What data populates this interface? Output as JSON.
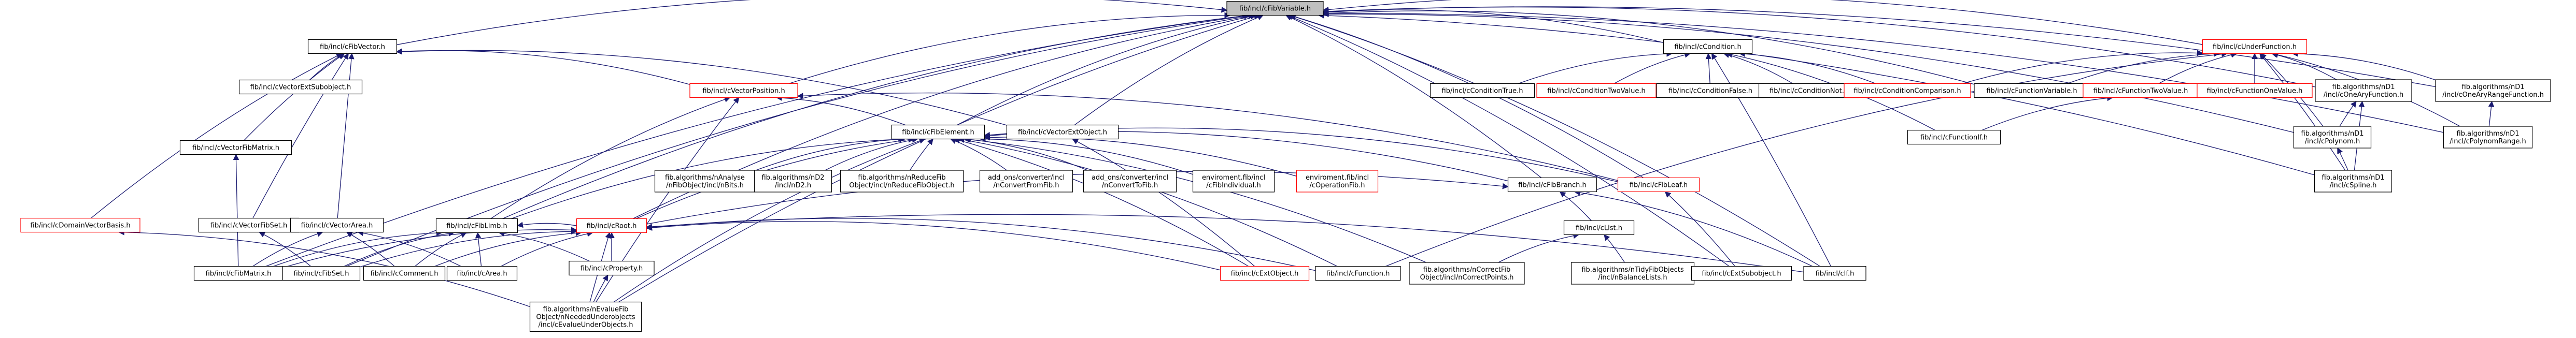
{
  "graph": {
    "title": "fib/incl/cFibVariable.h include dependency graph",
    "edge_color": "#191970",
    "truncated_border_color": "#ff0000",
    "root_fill": "#bfbfbf",
    "nodes": [
      {
        "id": "cFibVariable",
        "lines": [
          "fib/incl/cFibVariable.h"
        ],
        "root": true
      },
      {
        "id": "cFibVector",
        "lines": [
          "fib/incl/cFibVector.h"
        ]
      },
      {
        "id": "cVectorExtSubobject",
        "lines": [
          "fib/incl/cVectorExtSubobject.h"
        ]
      },
      {
        "id": "cVectorFibMatrix",
        "lines": [
          "fib/incl/cVectorFibMatrix.h"
        ]
      },
      {
        "id": "cDomainVectorBasis",
        "lines": [
          "fib/incl/cDomainVectorBasis.h"
        ],
        "truncated": true
      },
      {
        "id": "cVectorFibSet",
        "lines": [
          "fib/incl/cVectorFibSet.h"
        ]
      },
      {
        "id": "cVectorArea",
        "lines": [
          "fib/incl/cVectorArea.h"
        ]
      },
      {
        "id": "cFibMatrix",
        "lines": [
          "fib/incl/cFibMatrix.h"
        ]
      },
      {
        "id": "cFibSet",
        "lines": [
          "fib/incl/cFibSet.h"
        ]
      },
      {
        "id": "cComment",
        "lines": [
          "fib/incl/cComment.h"
        ]
      },
      {
        "id": "cVectorPosition",
        "lines": [
          "fib/incl/cVectorPosition.h"
        ],
        "truncated": true
      },
      {
        "id": "cFibLimb",
        "lines": [
          "fib/incl/cFibLimb.h"
        ]
      },
      {
        "id": "cArea",
        "lines": [
          "fib/incl/cArea.h"
        ]
      },
      {
        "id": "cRoot",
        "lines": [
          "fib/incl/cRoot.h"
        ],
        "truncated": true
      },
      {
        "id": "cProperty",
        "lines": [
          "fib/incl/cProperty.h"
        ]
      },
      {
        "id": "cEvalueUnderObjects",
        "lines": [
          "fib.algorithms/nEvalueFib",
          "Object/nNeededUnderobjects",
          "/incl/cEvalueUnderObjects.h"
        ]
      },
      {
        "id": "cFibElement",
        "lines": [
          "fib/incl/cFibElement.h"
        ]
      },
      {
        "id": "cVectorExtObject",
        "lines": [
          "fib/incl/cVectorExtObject.h"
        ]
      },
      {
        "id": "nBits",
        "lines": [
          "fib.algorithms/nAnalyse",
          "/nFibObject/incl/nBits.h"
        ]
      },
      {
        "id": "nD2",
        "lines": [
          "fib.algorithms/nD2",
          "/incl/nD2.h"
        ]
      },
      {
        "id": "nReduceFibObject",
        "lines": [
          "fib.algorithms/nReduceFib",
          "Object/incl/nReduceFibObject.h"
        ]
      },
      {
        "id": "nConvertFromFib",
        "lines": [
          "add_ons/converter/incl",
          "/nConvertFromFib.h"
        ]
      },
      {
        "id": "nConvertToFib",
        "lines": [
          "add_ons/converter/incl",
          "/nConvertToFib.h"
        ]
      },
      {
        "id": "cFibIndividual",
        "lines": [
          "enviroment.fib/incl",
          "/cFibIndividual.h"
        ]
      },
      {
        "id": "cOperationFib",
        "lines": [
          "enviroment.fib/incl",
          "/cOperationFib.h"
        ],
        "truncated": true
      },
      {
        "id": "cExtObject",
        "lines": [
          "fib/incl/cExtObject.h"
        ],
        "truncated": true
      },
      {
        "id": "cFunction",
        "lines": [
          "fib/incl/cFunction.h"
        ]
      },
      {
        "id": "nCorrectPoints",
        "lines": [
          "fib.algorithms/nCorrectFib",
          "Object/incl/nCorrectPoints.h"
        ]
      },
      {
        "id": "cFibBranch",
        "lines": [
          "fib/incl/cFibBranch.h"
        ]
      },
      {
        "id": "cFibLeaf",
        "lines": [
          "fib/incl/cFibLeaf.h"
        ],
        "truncated": true
      },
      {
        "id": "cList",
        "lines": [
          "fib/incl/cList.h"
        ]
      },
      {
        "id": "nBalanceLists",
        "lines": [
          "fib.algorithms/nTidyFibObjects",
          "/incl/nBalanceLists.h"
        ]
      },
      {
        "id": "cExtSubobject",
        "lines": [
          "fib/incl/cExtSubobject.h"
        ]
      },
      {
        "id": "cIf",
        "lines": [
          "fib/incl/cIf.h"
        ]
      },
      {
        "id": "cCondition",
        "lines": [
          "fib/incl/cCondition.h"
        ]
      },
      {
        "id": "cConditionTrue",
        "lines": [
          "fib/incl/cConditionTrue.h"
        ]
      },
      {
        "id": "cConditionTwoValue",
        "lines": [
          "fib/incl/cConditionTwoValue.h"
        ],
        "truncated": true
      },
      {
        "id": "cConditionFalse",
        "lines": [
          "fib/incl/cConditionFalse.h"
        ]
      },
      {
        "id": "cConditionNot",
        "lines": [
          "fib/incl/cConditionNot.h"
        ]
      },
      {
        "id": "cConditionComparison",
        "lines": [
          "fib/incl/cConditionComparison.h"
        ],
        "truncated": true
      },
      {
        "id": "cFunctionVariable",
        "lines": [
          "fib/incl/cFunctionVariable.h"
        ]
      },
      {
        "id": "cFunctionTwoValue",
        "lines": [
          "fib/incl/cFunctionTwoValue.h"
        ],
        "truncated": true
      },
      {
        "id": "cFunctionIf",
        "lines": [
          "fib/incl/cFunctionIf.h"
        ]
      },
      {
        "id": "cUnderFunction",
        "lines": [
          "fib/incl/cUnderFunction.h"
        ],
        "truncated": true
      },
      {
        "id": "cFunctionOneValue",
        "lines": [
          "fib/incl/cFunctionOneValue.h"
        ],
        "truncated": true
      },
      {
        "id": "cOneAryFunction",
        "lines": [
          "fib.algorithms/nD1",
          "/incl/cOneAryFunction.h"
        ]
      },
      {
        "id": "cOneAryRangeFunction",
        "lines": [
          "fib.algorithms/nD1",
          "/incl/cOneAryRangeFunction.h"
        ]
      },
      {
        "id": "cPolynom",
        "lines": [
          "fib.algorithms/nD1",
          "/incl/cPolynom.h"
        ]
      },
      {
        "id": "cPolynomRange",
        "lines": [
          "fib.algorithms/nD1",
          "/incl/cPolynomRange.h"
        ]
      },
      {
        "id": "cSpline",
        "lines": [
          "fib.algorithms/nD1",
          "/incl/cSpline.h"
        ]
      }
    ],
    "edges": [
      [
        "cFibVector",
        "cFibVariable"
      ],
      [
        "cVectorPosition",
        "cFibVariable"
      ],
      [
        "cFibElement",
        "cFibVariable"
      ],
      [
        "cCondition",
        "cFibVariable"
      ],
      [
        "cUnderFunction",
        "cFibVariable"
      ],
      [
        "cFibMatrix",
        "cFibVariable"
      ],
      [
        "cFibSet",
        "cFibVariable"
      ],
      [
        "cFibLimb",
        "cFibVariable"
      ],
      [
        "cRoot",
        "cFibVariable"
      ],
      [
        "cFibBranch",
        "cFibVariable"
      ],
      [
        "cFibLeaf",
        "cFibVariable"
      ],
      [
        "cExtSubobject",
        "cFibVariable"
      ],
      [
        "cIf",
        "cFibVariable"
      ],
      [
        "cFunctionVariable",
        "cFibVariable"
      ],
      [
        "cOneAryFunction",
        "cFibVariable"
      ],
      [
        "cOneAryRangeFunction",
        "cFibVariable"
      ],
      [
        "cPolynom",
        "cFibVariable"
      ],
      [
        "cSpline",
        "cFibVariable"
      ],
      [
        "cPolynomRange",
        "cFibVariable"
      ],
      [
        "cVectorExtObject",
        "cFibVariable"
      ],
      [
        "cEvalueUnderObjects",
        "cFibVariable"
      ],
      [
        "cVectorExtSubobject",
        "cFibVector"
      ],
      [
        "cVectorFibMatrix",
        "cFibVector"
      ],
      [
        "cDomainVectorBasis",
        "cFibVector"
      ],
      [
        "cVectorFibSet",
        "cFibVector"
      ],
      [
        "cVectorArea",
        "cFibVector"
      ],
      [
        "cVectorPosition",
        "cFibVector"
      ],
      [
        "cVectorExtObject",
        "cFibVector"
      ],
      [
        "cFibMatrix",
        "cVectorFibMatrix"
      ],
      [
        "cFibSet",
        "cVectorFibSet"
      ],
      [
        "cFibMatrix",
        "cVectorArea"
      ],
      [
        "cComment",
        "cVectorArea"
      ],
      [
        "cArea",
        "cVectorArea"
      ],
      [
        "cEvalueUnderObjects",
        "cDomainVectorBasis"
      ],
      [
        "cFibLimb",
        "cVectorPosition"
      ],
      [
        "cEvalueUnderObjects",
        "cVectorPosition"
      ],
      [
        "cFibElement",
        "cVectorPosition"
      ],
      [
        "cFibLeaf",
        "cVectorPosition"
      ],
      [
        "cFibLimb",
        "cFibElement"
      ],
      [
        "cRoot",
        "cFibElement"
      ],
      [
        "nBits",
        "cFibElement"
      ],
      [
        "nD2",
        "cFibElement"
      ],
      [
        "nReduceFibObject",
        "cFibElement"
      ],
      [
        "nConvertFromFib",
        "cFibElement"
      ],
      [
        "nConvertToFib",
        "cFibElement"
      ],
      [
        "cFibIndividual",
        "cFibElement"
      ],
      [
        "cOperationFib",
        "cFibElement"
      ],
      [
        "cFibBranch",
        "cFibElement"
      ],
      [
        "cFibLeaf",
        "cFibElement"
      ],
      [
        "cExtObject",
        "cFibElement"
      ],
      [
        "cFunction",
        "cFibElement"
      ],
      [
        "nCorrectPoints",
        "cFibElement"
      ],
      [
        "cEvalueUnderObjects",
        "cFibElement"
      ],
      [
        "cFibMatrix",
        "cFibLimb"
      ],
      [
        "cFibSet",
        "cFibLimb"
      ],
      [
        "cComment",
        "cFibLimb"
      ],
      [
        "cArea",
        "cFibLimb"
      ],
      [
        "cProperty",
        "cFibLimb"
      ],
      [
        "cRoot",
        "cFibLimb"
      ],
      [
        "cFibMatrix",
        "cRoot"
      ],
      [
        "cFibSet",
        "cRoot"
      ],
      [
        "cComment",
        "cRoot"
      ],
      [
        "cArea",
        "cRoot"
      ],
      [
        "cProperty",
        "cRoot"
      ],
      [
        "cExtObject",
        "cRoot"
      ],
      [
        "cFunction",
        "cRoot"
      ],
      [
        "cIf",
        "cRoot"
      ],
      [
        "cEvalueUnderObjects",
        "cRoot"
      ],
      [
        "cEvalueUnderObjects",
        "cProperty"
      ],
      [
        "cRoot",
        "cFibBranch"
      ],
      [
        "cList",
        "cFibBranch"
      ],
      [
        "cIf",
        "cFibBranch"
      ],
      [
        "cExtSubobject",
        "cFibLeaf"
      ],
      [
        "nCorrectPoints",
        "cList"
      ],
      [
        "nBalanceLists",
        "cList"
      ],
      [
        "cExtObject",
        "cVectorExtObject"
      ],
      [
        "cConditionTrue",
        "cCondition"
      ],
      [
        "cConditionTwoValue",
        "cCondition"
      ],
      [
        "cConditionFalse",
        "cCondition"
      ],
      [
        "cConditionNot",
        "cCondition"
      ],
      [
        "cConditionComparison",
        "cCondition"
      ],
      [
        "cIf",
        "cCondition"
      ],
      [
        "cFunctionIf",
        "cCondition"
      ],
      [
        "cConditionComparison",
        "cUnderFunction"
      ],
      [
        "cFunctionVariable",
        "cUnderFunction"
      ],
      [
        "cFunctionTwoValue",
        "cUnderFunction"
      ],
      [
        "cFunctionOneValue",
        "cUnderFunction"
      ],
      [
        "cOneAryFunction",
        "cUnderFunction"
      ],
      [
        "cOneAryRangeFunction",
        "cUnderFunction"
      ],
      [
        "cPolynom",
        "cUnderFunction"
      ],
      [
        "cPolynomRange",
        "cUnderFunction"
      ],
      [
        "cSpline",
        "cUnderFunction"
      ],
      [
        "cFunction",
        "cUnderFunction"
      ],
      [
        "cFunctionIf",
        "cFunctionTwoValue"
      ],
      [
        "cPolynom",
        "cOneAryFunction"
      ],
      [
        "cSpline",
        "cOneAryFunction"
      ],
      [
        "cSpline",
        "cPolynom"
      ],
      [
        "cPolynomRange",
        "cOneAryRangeFunction"
      ]
    ]
  }
}
